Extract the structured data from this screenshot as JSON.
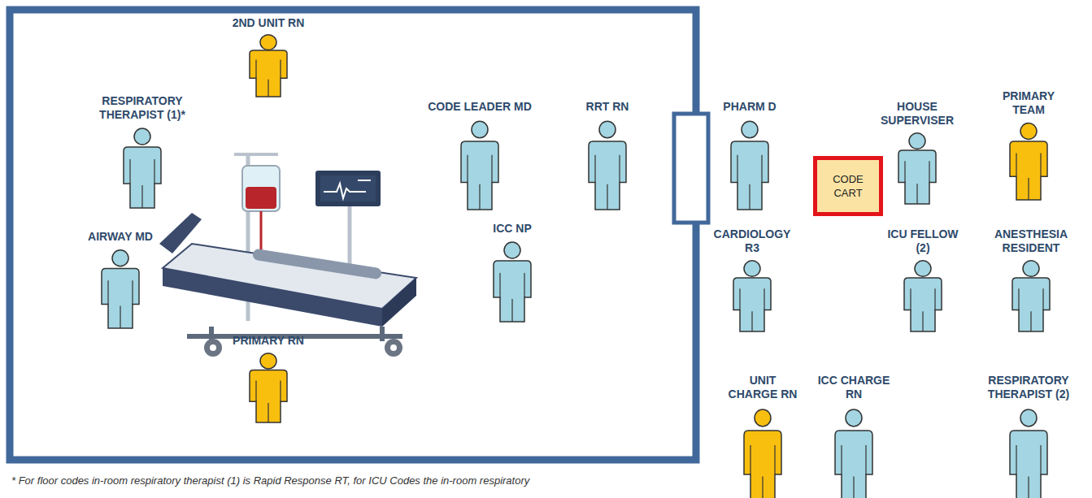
{
  "diagram": {
    "nodes": [
      {
        "text": [
          "2ND UNIT RN"
        ]
      },
      {
        "text": [
          "RESPIRATORY THERAPIST (1)*"
        ]
      },
      {
        "text": [
          "CODE LEADER MD"
        ]
      },
      {
        "text": [
          "RRT RN"
        ]
      },
      {
        "text": [
          "PHARM D"
        ]
      },
      {
        "text": [
          "HOUSE SUPERVISER"
        ]
      },
      {
        "text": [
          "PRIMARY TEAM"
        ]
      },
      {
        "text": [
          "AIRWAY MD"
        ]
      },
      {
        "text": [
          "ICC NP"
        ]
      },
      {
        "text": [
          "CODE CART"
        ]
      },
      {
        "text": [
          "CARDIOLOGY R3"
        ]
      },
      {
        "text": [
          "ICU FELLOW (2)"
        ]
      },
      {
        "text": [
          "ANESTHESIA RESIDENT"
        ]
      },
      {
        "text": [
          "PRIMARY RN"
        ]
      },
      {
        "text": [
          "UNIT CHARGE RN"
        ]
      },
      {
        "text": [
          "ICC CHARGE RN"
        ]
      },
      {
        "text": [
          "RESPIRATORY THERAPIST (2)"
        ]
      }
    ],
    "labels": [
      "* For floor codes in-room respiratory therapist (1) is Rapid Response RT, for ICU Codes the in-room respiratory"
    ]
  }
}
